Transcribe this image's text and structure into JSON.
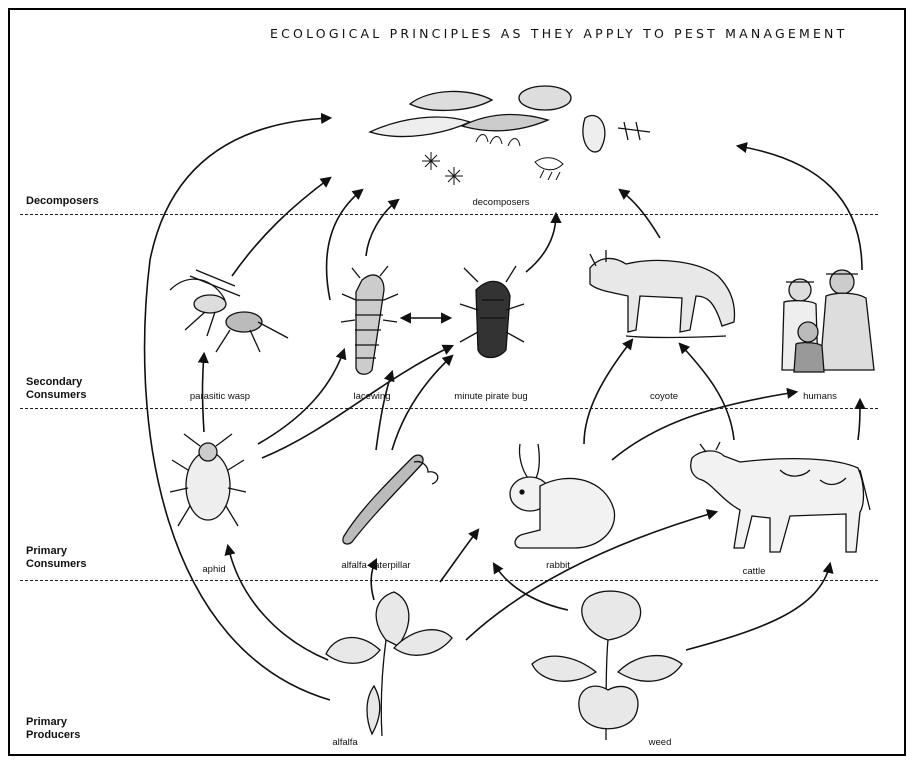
{
  "title": "ECOLOGICAL PRINCIPLES AS THEY APPLY TO PEST MANAGEMENT",
  "levels": {
    "decomposers": "Decomposers",
    "secondary_1": "Secondary",
    "secondary_2": "Consumers",
    "primary_1": "Primary",
    "primary_2": "Consumers",
    "producers_1": "Primary",
    "producers_2": "Producers"
  },
  "organisms": {
    "decomposers": "decomposers",
    "parasitic_wasp": "parasitic wasp",
    "lacewing": "lacewing",
    "minute_pirate_bug": "minute pirate bug",
    "coyote": "coyote",
    "humans": "humans",
    "aphid": "aphid",
    "alfalfa_caterpillar": "alfalfa caterpillar",
    "rabbit": "rabbit",
    "cattle": "cattle",
    "alfalfa": "alfalfa",
    "weed": "weed"
  },
  "colors": {
    "ink": "#111111",
    "background": "#ffffff"
  }
}
